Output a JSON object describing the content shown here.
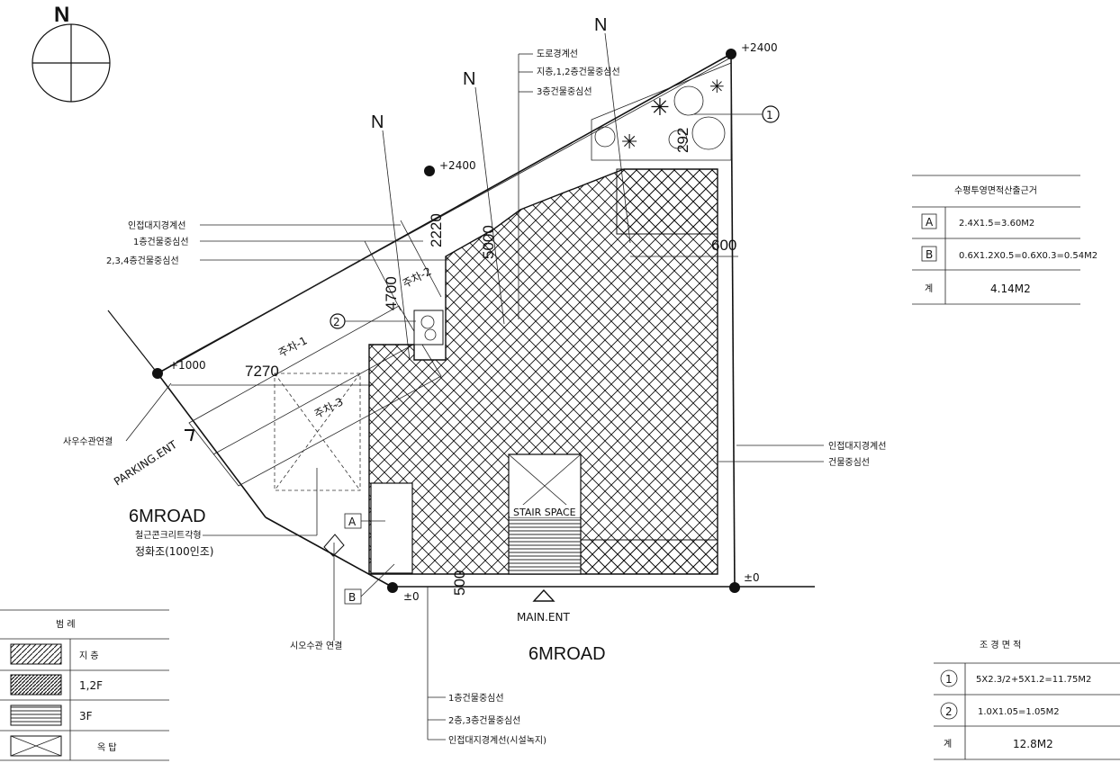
{
  "north_label": "N",
  "elevations": {
    "top_right": "+2400",
    "top_left": "+2400",
    "left_edge": "+1000",
    "bottom_left": "±0",
    "bottom_right": "±0"
  },
  "dimensions": {
    "d7270": "7270",
    "d2220": "2220",
    "d5000": "5000",
    "d4700": "4700",
    "d292": "292",
    "d600": "600",
    "d500": "500"
  },
  "parking_labels": [
    "주차-1",
    "주차-2",
    "주차-3"
  ],
  "stair_label": "STAIR SPACE",
  "callouts": {
    "top": [
      "도로경계선",
      "지층,1,2층건물중심선",
      "3층건물중심선"
    ],
    "left": [
      "인접대지경계선",
      "1층건물중심선",
      "2,3,4층건물중심선"
    ],
    "right": [
      "인접대지경계선",
      "건물중심선"
    ],
    "bottom": [
      "1층건물중심선",
      "2층,3층건물중심선",
      "인접대지경계선(시설녹지)"
    ],
    "sewer": "사우수관연결",
    "sewer2": "시오수관 연결",
    "tank_1": "철근콘크리트각형",
    "tank_2": "정화조(100인조)"
  },
  "road_left": "6MROAD",
  "road_bottom": "6MROAD",
  "parking_ent": "PARKING.ENT",
  "main_ent": "MAIN.ENT",
  "area_table": {
    "title": "수평투영면적산출근거",
    "rows": [
      {
        "key": "A",
        "value": "2.4X1.5=3.60M2"
      },
      {
        "key": "B",
        "value": "0.6X1.2X0.5=0.6X0.3=0.54M2"
      },
      {
        "key": "계",
        "value": "4.14M2"
      }
    ]
  },
  "landscape_table": {
    "title": "조 경 면 적",
    "rows": [
      {
        "key": "1",
        "value": "5X2.3/2+5X1.2=11.75M2"
      },
      {
        "key": "2",
        "value": "1.0X1.05=1.05M2"
      },
      {
        "key": "계",
        "value": "12.8M2"
      }
    ]
  },
  "legend": {
    "title": "범 례",
    "rows": [
      {
        "pattern": "diag-hatch",
        "label": "지 층"
      },
      {
        "pattern": "dense-hatch",
        "label": "1,2F"
      },
      {
        "pattern": "horizontal-lines",
        "label": "3F"
      },
      {
        "pattern": "x-box",
        "label": "옥 탑"
      }
    ]
  }
}
